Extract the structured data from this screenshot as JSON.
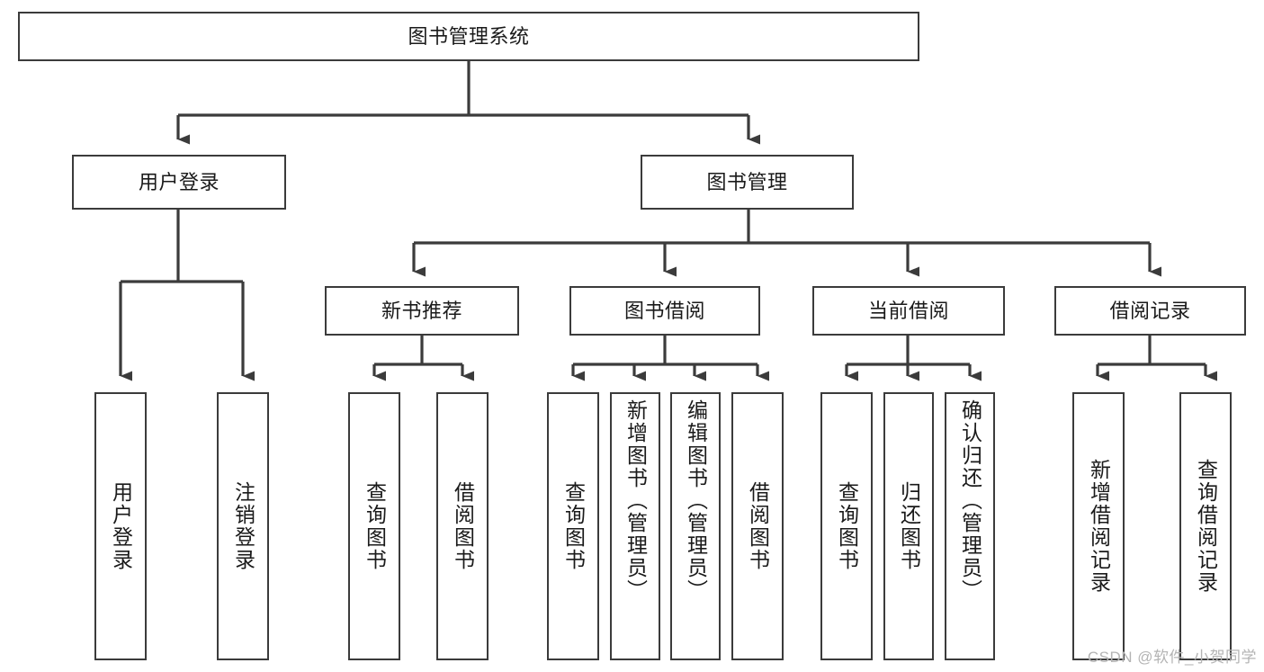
{
  "diagram": {
    "title": "图书管理系统",
    "type": "tree-hierarchy-chart",
    "root": {
      "label": "图书管理系统"
    },
    "level2": [
      {
        "label": "用户登录"
      },
      {
        "label": "图书管理"
      }
    ],
    "level3": [
      {
        "label": "新书推荐"
      },
      {
        "label": "图书借阅"
      },
      {
        "label": "当前借阅"
      },
      {
        "label": "借阅记录"
      }
    ],
    "leaves": {
      "user_login": [
        {
          "label": "用户登录"
        },
        {
          "label": "注销登录"
        }
      ],
      "new_book_recommend": [
        {
          "label": "查询图书"
        },
        {
          "label": "借阅图书"
        }
      ],
      "book_borrow": [
        {
          "label": "查询图书"
        },
        {
          "label": "新增图书（管理员）"
        },
        {
          "label": "编辑图书（管理员）"
        },
        {
          "label": "借阅图书"
        }
      ],
      "current_borrow": [
        {
          "label": "查询图书"
        },
        {
          "label": "归还图书"
        },
        {
          "label": "确认归还（管理员）"
        }
      ],
      "borrow_record": [
        {
          "label": "新增借阅记录"
        },
        {
          "label": "查询借阅记录"
        }
      ]
    }
  },
  "watermark": {
    "text": "CSDN @软件_小贺同学"
  },
  "colors": {
    "stroke": "#3b3b3b",
    "box_fill": "#ffffff",
    "text": "#1a1a1a",
    "watermark": "#b4b4b4",
    "page_bg": "#ffffff"
  }
}
